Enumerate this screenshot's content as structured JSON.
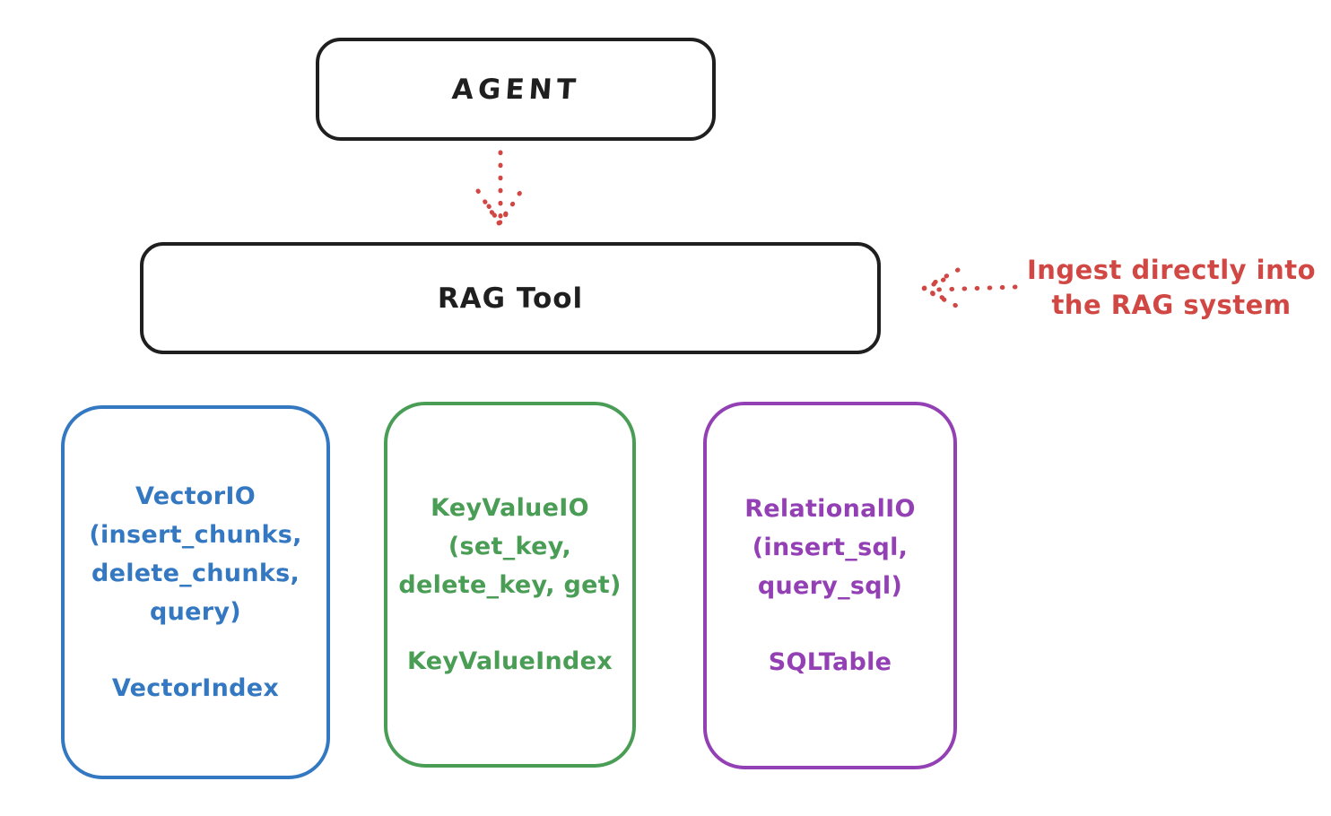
{
  "canvas": {
    "background": "#ffffff"
  },
  "colors": {
    "stroke_black": "#1f1f1f",
    "annotation_red": "#d04743",
    "vector_blue": "#3478c2",
    "keyvalue_green": "#4a9d55",
    "relational_purple": "#9440b5"
  },
  "agent_box": {
    "label": "AGENT"
  },
  "rag_box": {
    "label": "RAG Tool"
  },
  "annotation": {
    "lines": [
      "Ingest directly into",
      "the RAG system"
    ],
    "color": "#d04743"
  },
  "arrows": [
    {
      "name": "agent-to-rag-arrow",
      "style": "dotted",
      "color": "#d04743",
      "direction": "down"
    },
    {
      "name": "ingest-into-rag-arrow",
      "style": "dotted",
      "color": "#d04743",
      "direction": "left"
    }
  ],
  "storage_boxes": [
    {
      "name": "vector-io",
      "color": "#3478c2",
      "lines": [
        "VectorIO",
        "(insert_chunks,",
        "delete_chunks,",
        "query)"
      ],
      "index_label": "VectorIndex"
    },
    {
      "name": "keyvalue-io",
      "color": "#4a9d55",
      "lines": [
        "KeyValueIO",
        "(set_key,",
        "delete_key, get)"
      ],
      "index_label": "KeyValueIndex"
    },
    {
      "name": "relational-io",
      "color": "#9440b5",
      "lines": [
        "RelationalIO",
        "(insert_sql,",
        "query_sql)"
      ],
      "index_label": "SQLTable"
    }
  ]
}
